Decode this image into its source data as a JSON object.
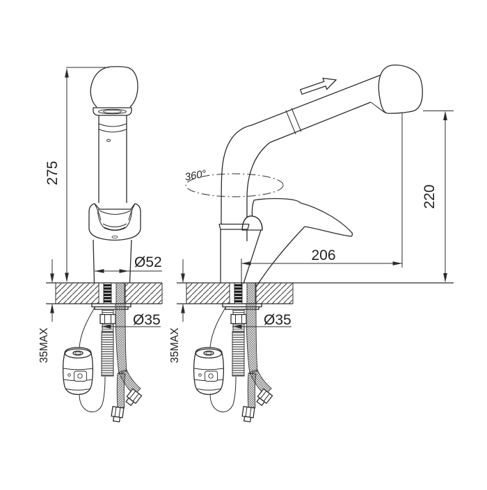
{
  "page_bg": "#ffffff",
  "ink": "#2b2b2b",
  "diagram": {
    "front_view": {
      "height_mm": "275",
      "body_diameter": "Ø52",
      "hole_diameter": "Ø35",
      "counter_thickness_max": "35MAX"
    },
    "side_view": {
      "spout_height_mm": "220",
      "spout_reach_mm": "206",
      "hole_diameter": "Ø35",
      "counter_thickness_max": "35MAX",
      "swivel": "360°"
    }
  }
}
